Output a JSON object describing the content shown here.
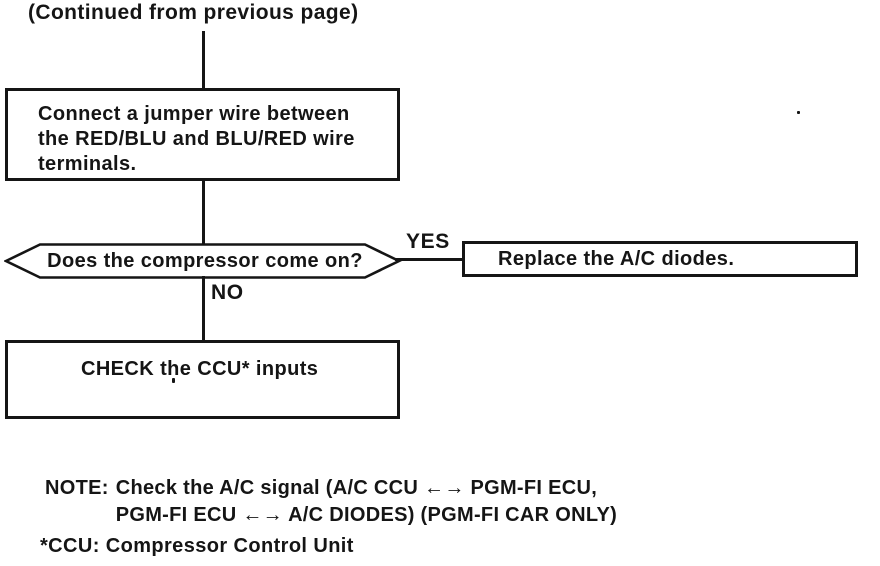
{
  "colors": {
    "ink": "#151515",
    "paper": "#ffffff"
  },
  "header": {
    "text": "(Continued from previous page)"
  },
  "flowchart": {
    "box1": {
      "lines": [
        "Connect a jumper wire between",
        "the RED/BLU and BLU/RED wire",
        "terminals."
      ]
    },
    "decision": {
      "text": "Does the compressor come on?"
    },
    "yes_label": "YES",
    "no_label": "NO",
    "yes_box": {
      "text": "Replace the A/C diodes."
    },
    "no_box": {
      "text": "CHECK the CCU* inputs"
    }
  },
  "notes": {
    "note_label": "NOTE:",
    "note_line1": "Check the A/C signal (A/C CCU ←→ PGM-FI ECU,",
    "note_line2": "PGM-FI ECU ←→ A/C DIODES) (PGM-FI CAR ONLY)",
    "footnote": "*CCU: Compressor Control Unit"
  }
}
